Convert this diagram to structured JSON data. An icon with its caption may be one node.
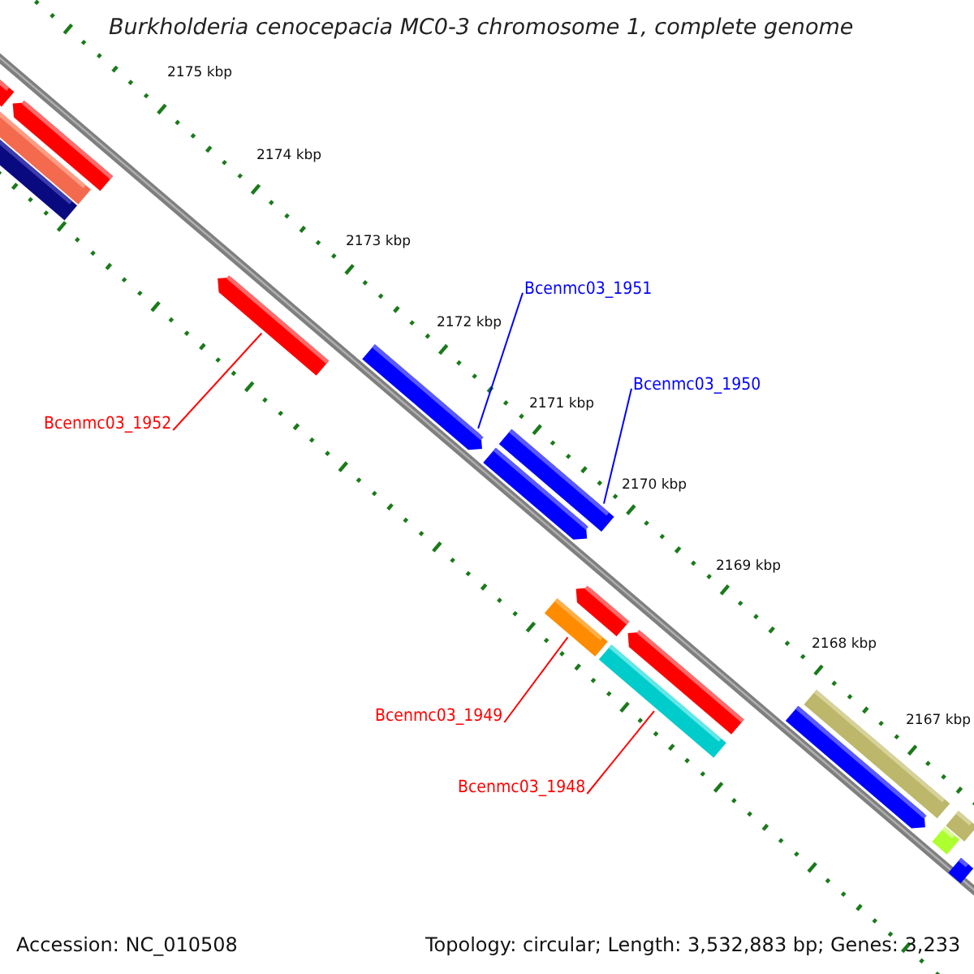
{
  "diagram": {
    "title": "Burkholderia cenocepacia MC0-3 chromosome 1, complete genome",
    "nodes": [
      {
        "text": [],
        "shape": "bar"
      },
      {
        "text": [],
        "shape": "bar"
      },
      {
        "text": [],
        "shape": "bar"
      },
      {
        "text": [],
        "shape": "bar"
      },
      {
        "text": [],
        "shape": "bar"
      },
      {
        "text": [],
        "shape": "bar"
      },
      {
        "text": [],
        "shape": "bar"
      },
      {
        "text": [],
        "shape": "bar"
      },
      {
        "text": [],
        "shape": "bar"
      },
      {
        "text": [],
        "shape": "bar"
      },
      {
        "text": [],
        "shape": "bar"
      },
      {
        "text": [],
        "shape": "bar"
      },
      {
        "text": [],
        "shape": "bar"
      },
      {
        "text": [],
        "shape": "bar"
      },
      {
        "text": [],
        "shape": "bar"
      },
      {
        "text": [],
        "shape": "bar"
      },
      {
        "text": [],
        "shape": "bar"
      },
      {
        "text": [
          "Bcenmc03_1951"
        ]
      },
      {
        "text": [
          "Bcenmc03_1950"
        ]
      },
      {
        "text": [
          "Bcenmc03_1952"
        ]
      },
      {
        "text": [
          "Bcenmc03_1949"
        ]
      },
      {
        "text": [
          "Bcenmc03_1948"
        ]
      }
    ],
    "edges": [
      {
        "from": 17,
        "to": 5,
        "arrow": "none",
        "color": "#0000ff"
      },
      {
        "from": 18,
        "to": 6,
        "arrow": "none",
        "color": "#0000ff"
      },
      {
        "from": 19,
        "to": 4,
        "arrow": "none"
      },
      {
        "from": 20,
        "to": 8,
        "arrow": "none"
      },
      {
        "from": 21,
        "to": 11,
        "arrow": "none"
      }
    ],
    "labels": [
      "2175 kbp",
      "2174 kbp",
      "2173 kbp",
      "2172 kbp",
      "2171 kbp",
      "2170 kbp",
      "2169 kbp",
      "2168 kbp",
      "2167 kbp",
      "Accession: NC_010508",
      "Topology: circular; Length: 3,532,883 bp; Genes: 3,233"
    ]
  }
}
